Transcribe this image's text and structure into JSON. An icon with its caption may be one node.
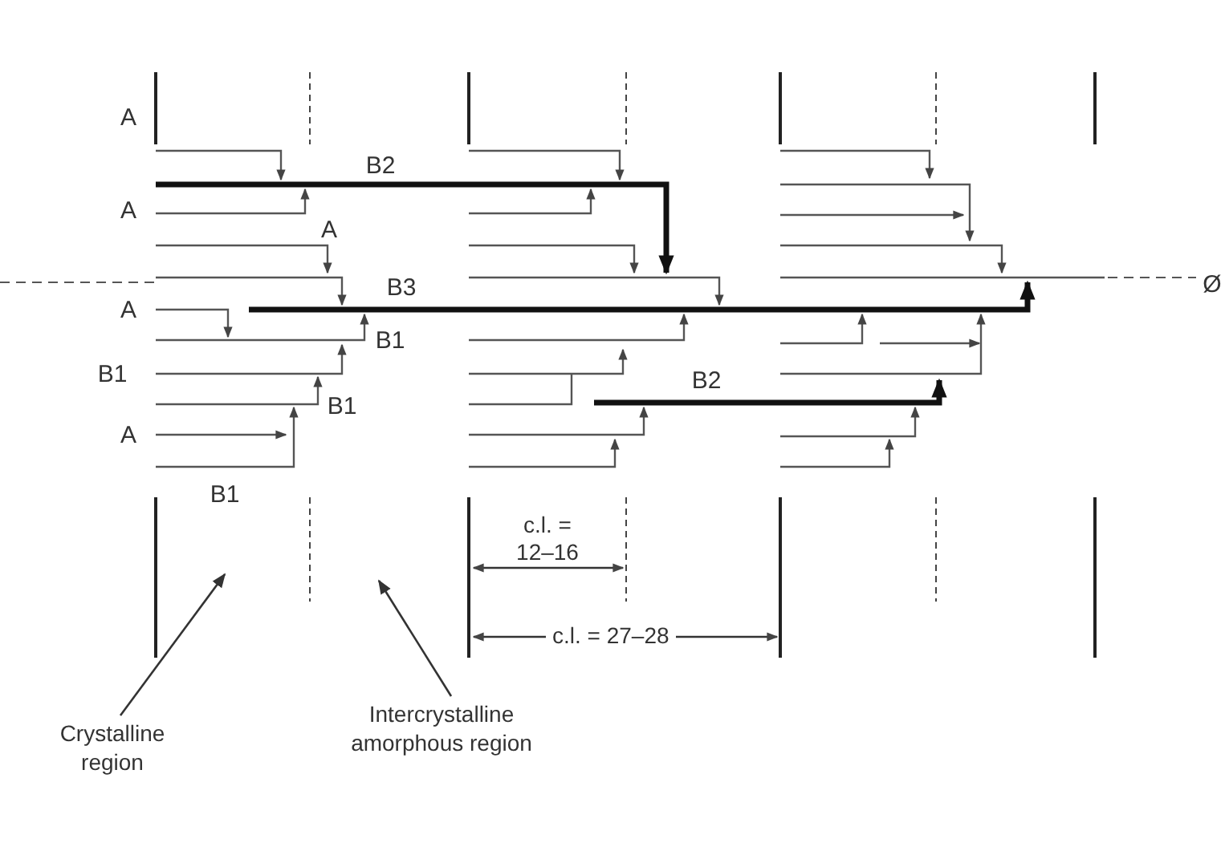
{
  "diagram": {
    "nodes": [
      {
        "text": [
          "Crystalline region"
        ]
      },
      {
        "text": [
          "Intercrystalline amorphous region"
        ]
      }
    ],
    "edges": [
      {
        "from": 0,
        "to": null,
        "arrow": "to"
      },
      {
        "from": 1,
        "to": null,
        "arrow": "to"
      }
    ],
    "labels": [
      "A",
      "B2",
      "A",
      "A",
      "Ø",
      "B3",
      "A",
      "B1",
      "B1",
      "B2",
      "B1",
      "A",
      "B1",
      "c.l. = 12–16",
      "c.l. = 27–28"
    ]
  }
}
